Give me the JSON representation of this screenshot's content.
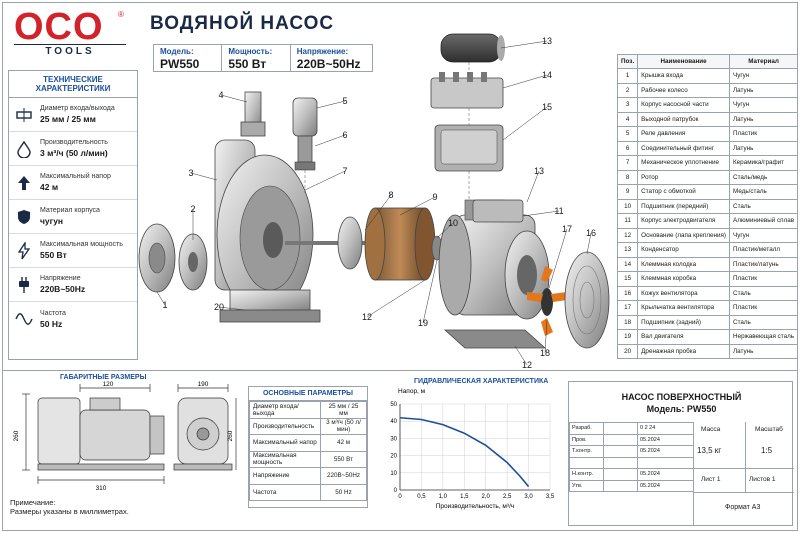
{
  "brand": {
    "name": "OCO",
    "reg": "®",
    "sub": "TOOLS"
  },
  "title": "ВОДЯНОЙ НАСОС",
  "spec_box": [
    {
      "label": "Модель:",
      "value": "PW550"
    },
    {
      "label": "Мощность:",
      "value": "550 Вт"
    },
    {
      "label": "Напряжение:",
      "value": "220В~50Hz"
    }
  ],
  "tech": {
    "heading": "ТЕХНИЧЕСКИЕ ХАРАКТЕРИСТИКИ",
    "rows": [
      {
        "icon": "pipe-diameter-icon",
        "label": "Диаметр входа/выхода",
        "value": "25 мм / 25 мм"
      },
      {
        "icon": "water-drop-icon",
        "label": "Производительность",
        "value": "3 м³/ч (50 л/мин)"
      },
      {
        "icon": "arrow-up-icon",
        "label": "Максимальный напор",
        "value": "42 м"
      },
      {
        "icon": "shield-icon",
        "label": "Материал корпуса",
        "value": "чугун"
      },
      {
        "icon": "lightning-icon",
        "label": "Максимальная мощность",
        "value": "550 Вт"
      },
      {
        "icon": "plug-icon",
        "label": "Напряжение",
        "value": "220В~50Hz"
      },
      {
        "icon": "sine-wave-icon",
        "label": "Частота",
        "value": "50 Hz"
      }
    ]
  },
  "parts_table": {
    "headers": [
      "Поз.",
      "Наименование",
      "Материал"
    ],
    "rows": [
      [
        "1",
        "Крышка входа",
        "Чугун"
      ],
      [
        "2",
        "Рабочее колесо",
        "Латунь"
      ],
      [
        "3",
        "Корпус насосной части",
        "Чугун"
      ],
      [
        "4",
        "Выходной патрубок",
        "Латунь"
      ],
      [
        "5",
        "Реле давления",
        "Пластик"
      ],
      [
        "6",
        "Соединительный фитинг",
        "Латунь"
      ],
      [
        "7",
        "Механическое уплотнение",
        "Керамика/графит"
      ],
      [
        "8",
        "Ротор",
        "Сталь/медь"
      ],
      [
        "9",
        "Статор с обмоткой",
        "Медь/сталь"
      ],
      [
        "10",
        "Подшипник (передний)",
        "Сталь"
      ],
      [
        "11",
        "Корпус электродвигателя",
        "Алюминиевый сплав"
      ],
      [
        "12",
        "Основание (лапа крепления)",
        "Чугун"
      ],
      [
        "13",
        "Конденсатор",
        "Пластик/металл"
      ],
      [
        "14",
        "Клеммная колодка",
        "Пластик/латунь"
      ],
      [
        "15",
        "Клеммная коробка",
        "Пластик"
      ],
      [
        "16",
        "Кожух вентилятора",
        "Сталь"
      ],
      [
        "17",
        "Крыльчатка вентилятора",
        "Пластик"
      ],
      [
        "18",
        "Подшипник (задний)",
        "Сталь"
      ],
      [
        "19",
        "Вал двигателя",
        "Нержавеющая сталь"
      ],
      [
        "20",
        "Дренажная пробка",
        "Латунь"
      ]
    ]
  },
  "callouts": [
    "1",
    "2",
    "3",
    "4",
    "5",
    "6",
    "7",
    "8",
    "9",
    "10",
    "11",
    "12",
    "13",
    "14",
    "15",
    "16",
    "17",
    "18",
    "19",
    "20",
    "12",
    "13"
  ],
  "dimensions": {
    "heading": "ГАБАРИТНЫЕ РАЗМЕРЫ",
    "side_width_top": "120",
    "side_height": "260",
    "side_length": "310",
    "front_width": "190",
    "front_height": "260"
  },
  "main_params": {
    "heading": "ОСНОВНЫЕ ПАРАМЕТРЫ",
    "rows": [
      [
        "Диаметр входа/выхода",
        "25 мм / 25 мм"
      ],
      [
        "Производительность",
        "3 м³/ч (50 л/мин)"
      ],
      [
        "Максимальный напор",
        "42 м"
      ],
      [
        "Максимальная мощность",
        "550 Вт"
      ],
      [
        "Напряжение",
        "220В~50Hz"
      ],
      [
        "Частота",
        "50 Hz"
      ]
    ]
  },
  "chart_data": {
    "type": "line",
    "title": "ГИДРАВЛИЧЕСКАЯ ХАРАКТЕРИСТИКА",
    "xlabel": "Производительность, м³/ч",
    "ylabel": "Напор, м",
    "xlim": [
      0,
      3.5
    ],
    "ylim": [
      0,
      50
    ],
    "xticks": [
      "0",
      "0,5",
      "1,0",
      "1,5",
      "2,0",
      "2,5",
      "3,0",
      "3,5"
    ],
    "yticks": [
      "0",
      "10",
      "20",
      "30",
      "40",
      "50"
    ],
    "series": [
      {
        "x": [
          0,
          0.5,
          1.0,
          1.5,
          2.0,
          2.5,
          2.8,
          3.0
        ],
        "y": [
          42,
          41,
          38,
          33,
          26,
          16,
          8,
          2
        ]
      }
    ],
    "grid": true,
    "accent": "#1b4f9c"
  },
  "title_block": {
    "title": "НАСОС ПОВЕРХНОСТНЫЙ",
    "model": "Модель: PW550",
    "rows": [
      [
        "Разраб.",
        "",
        "0 2 24"
      ],
      [
        "Пров.",
        "",
        "05.2024"
      ],
      [
        "Т.контр.",
        "",
        "05.2024"
      ],
      [
        "",
        "",
        ""
      ],
      [
        "Н.контр.",
        "",
        "05.2024"
      ],
      [
        "Утв.",
        "",
        "05.2024"
      ]
    ],
    "mass_label": "Масса",
    "mass_value": "13,5 кг",
    "scale_label": "Масштаб",
    "scale_value": "1:5",
    "sheet": "Лист  1",
    "sheets": "Листов  1",
    "format": "Формат А3"
  },
  "note": {
    "title": "Примечание:",
    "text": "Размеры указаны в миллиметрах."
  }
}
